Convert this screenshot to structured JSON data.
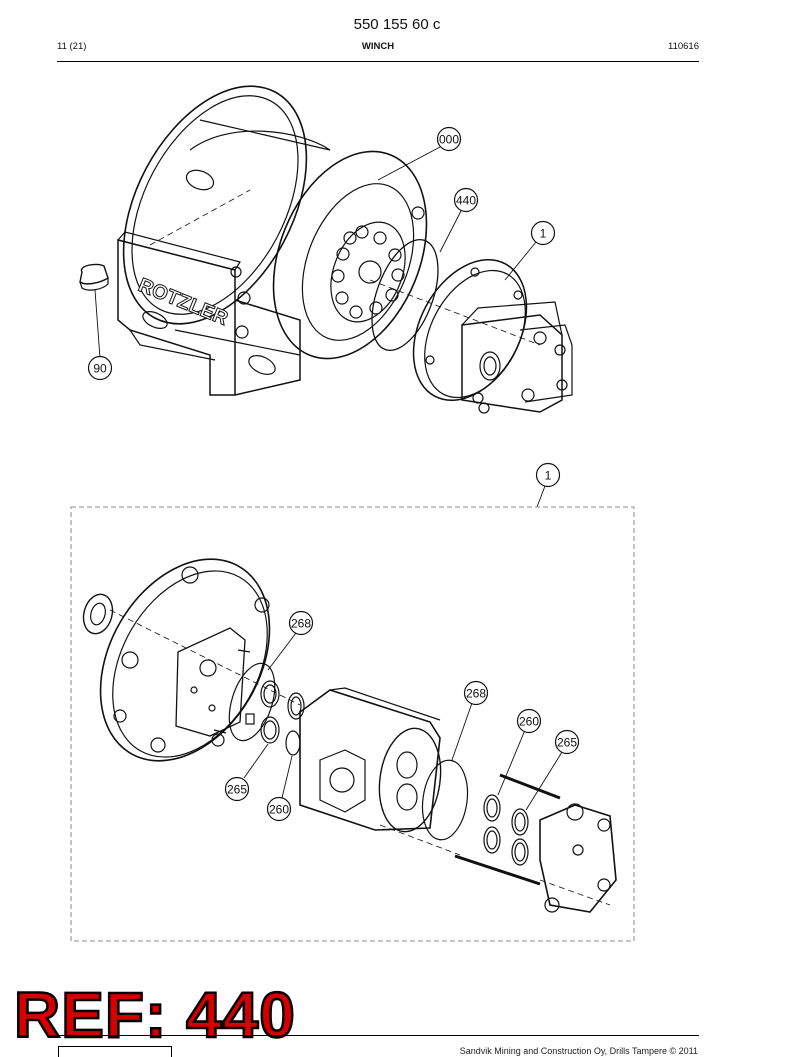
{
  "header": {
    "doc_number": "550 155 60 c",
    "page": "11 (21)",
    "section_title": "WINCH",
    "date_code": "110616"
  },
  "figure_top": {
    "callouts": [
      {
        "id": "callout-000",
        "label": "000"
      },
      {
        "id": "callout-440",
        "label": "440"
      },
      {
        "id": "callout-1-top",
        "label": "1"
      },
      {
        "id": "callout-90",
        "label": "90"
      }
    ],
    "brand_text": "ROTZLER"
  },
  "figure_bottom": {
    "group_callout": "1",
    "callouts": [
      {
        "id": "callout-268-a",
        "label": "268"
      },
      {
        "id": "callout-268-b",
        "label": "268"
      },
      {
        "id": "callout-260-a",
        "label": "260"
      },
      {
        "id": "callout-265-a",
        "label": "265"
      },
      {
        "id": "callout-265-b",
        "label": "265"
      },
      {
        "id": "callout-260-b",
        "label": "260"
      }
    ]
  },
  "stamp": "REF: 440",
  "footer": {
    "copyright": "Sandvik Mining and Construction Oy, Drills Tampere © 2011"
  }
}
